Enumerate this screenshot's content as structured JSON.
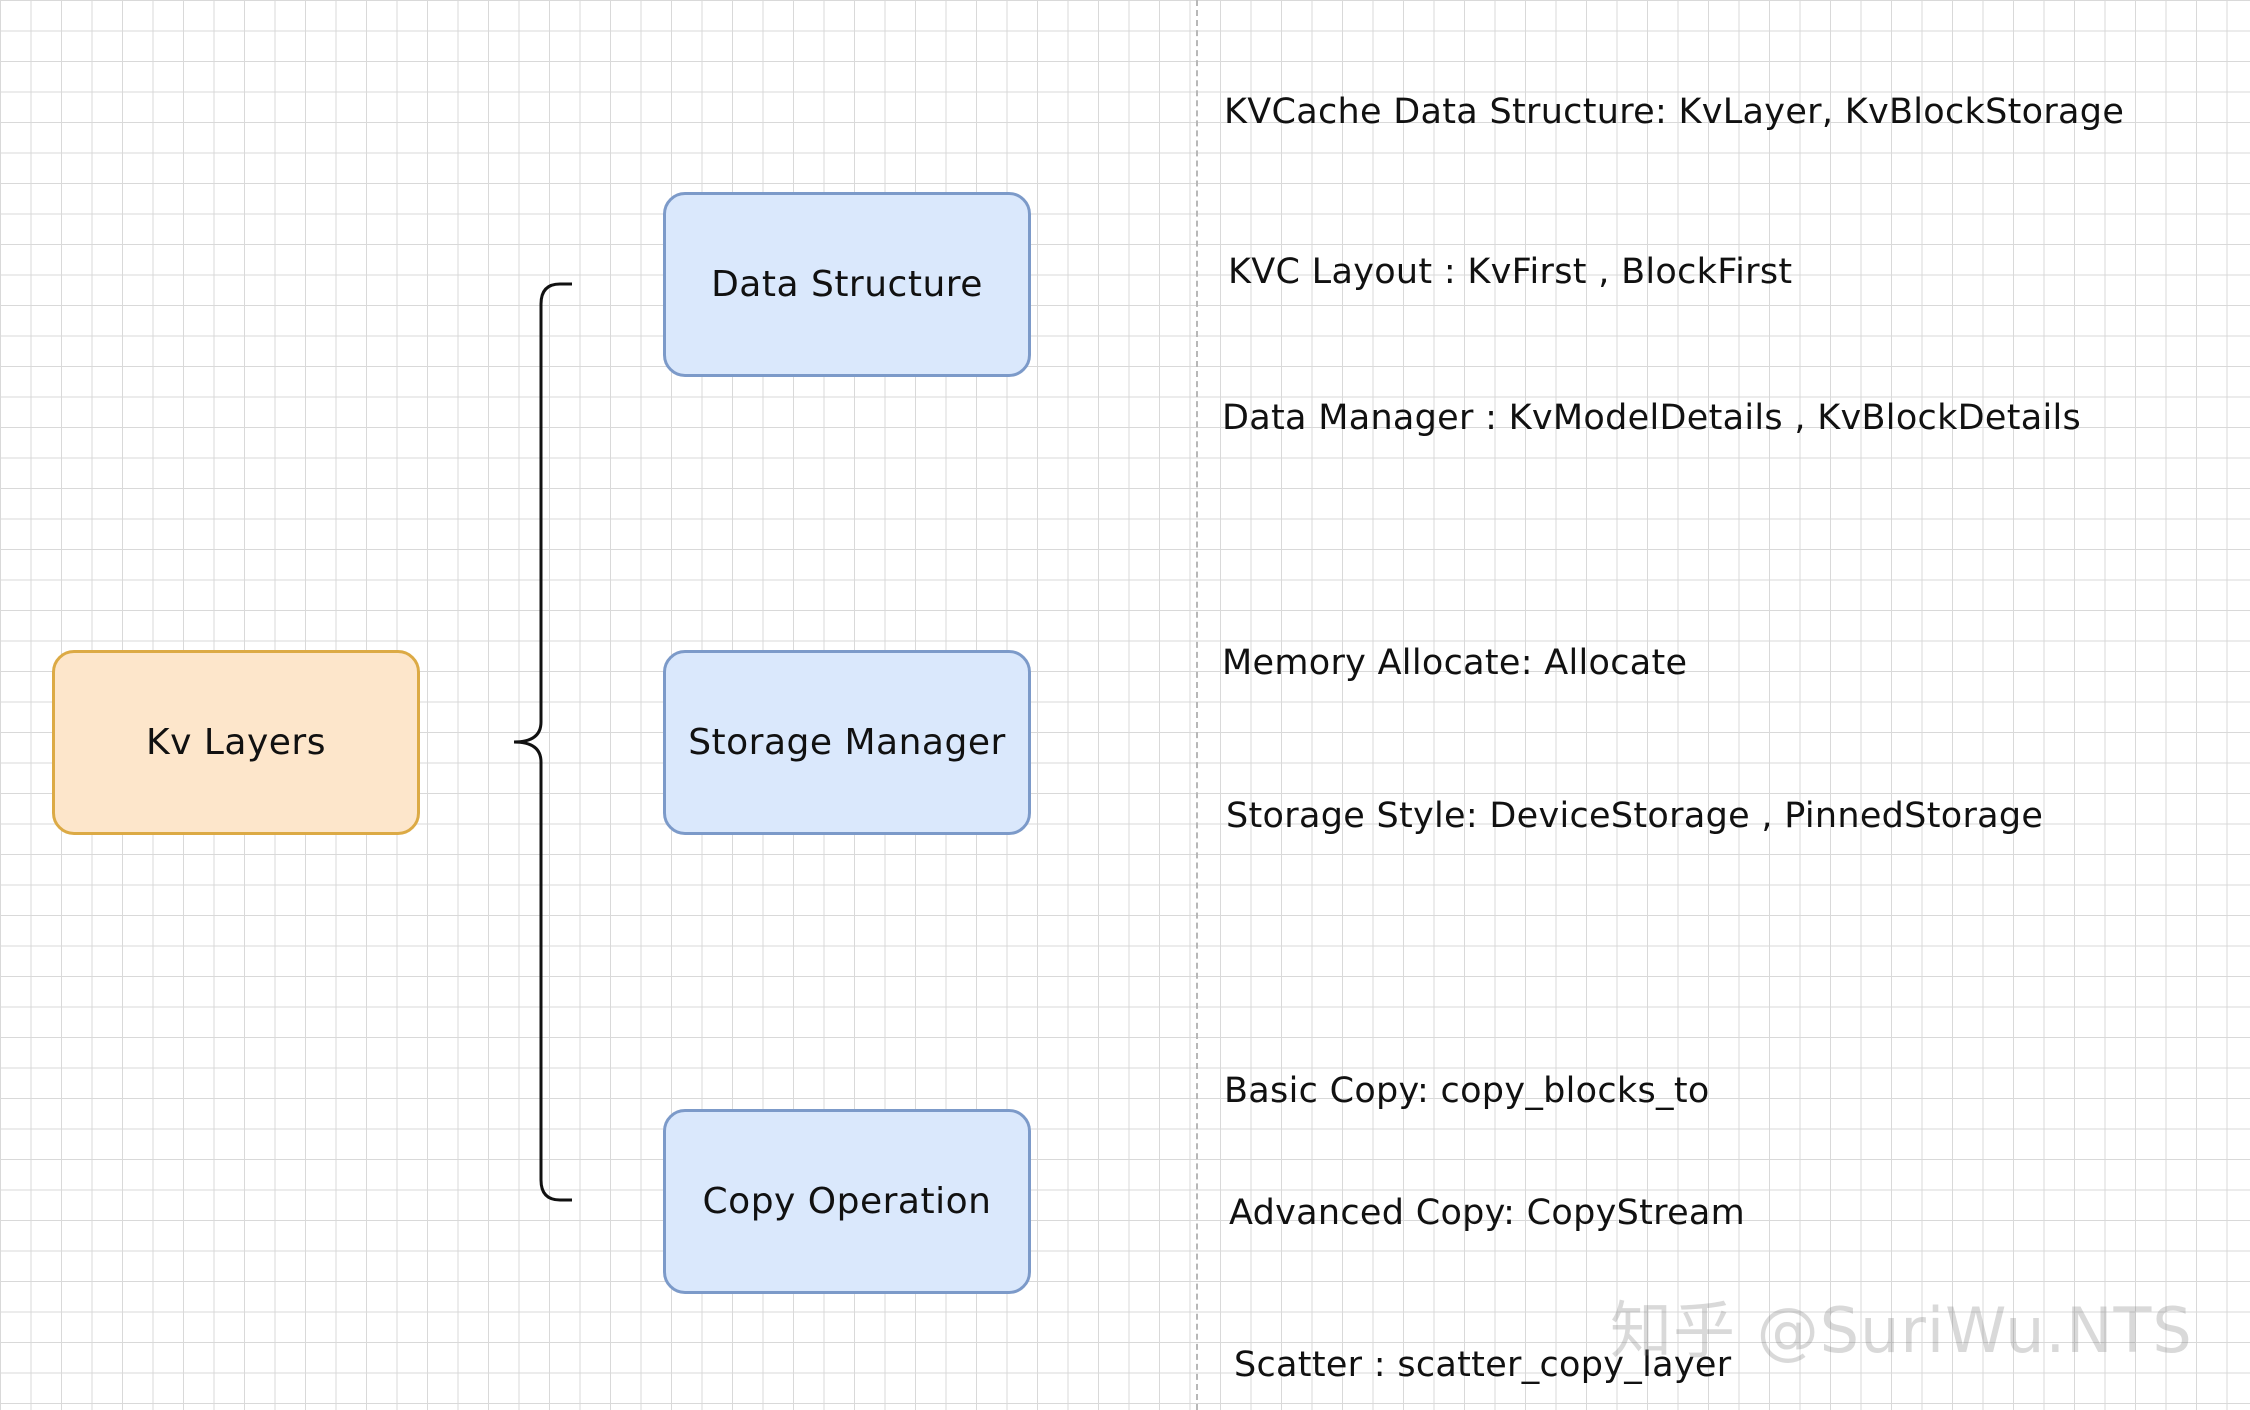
{
  "diagram": {
    "root": {
      "label": "Kv Layers"
    },
    "children": [
      {
        "label": "Data Structure"
      },
      {
        "label": "Storage Manager"
      },
      {
        "label": "Copy Operation"
      }
    ]
  },
  "notes": {
    "data_structure": [
      "KVCache Data Structure:   KvLayer, KvBlockStorage",
      "KVC Layout  :   KvFirst , BlockFirst",
      "Data Manager : KvModelDetails ,  KvBlockDetails"
    ],
    "storage_manager": [
      "Memory Allocate: Allocate",
      "Storage Style: DeviceStorage , PinnedStorage"
    ],
    "copy_operation": [
      "Basic Copy: copy_blocks_to",
      "Advanced Copy: CopyStream",
      "Scatter : scatter_copy_layer"
    ]
  },
  "watermark": "知乎 @SuriWu.NTS",
  "colors": {
    "root_fill": "#fde6cb",
    "root_stroke": "#dcaa45",
    "child_fill": "#dae8fc",
    "child_stroke": "#7c9ac9",
    "grid": "#d9d9d9"
  }
}
